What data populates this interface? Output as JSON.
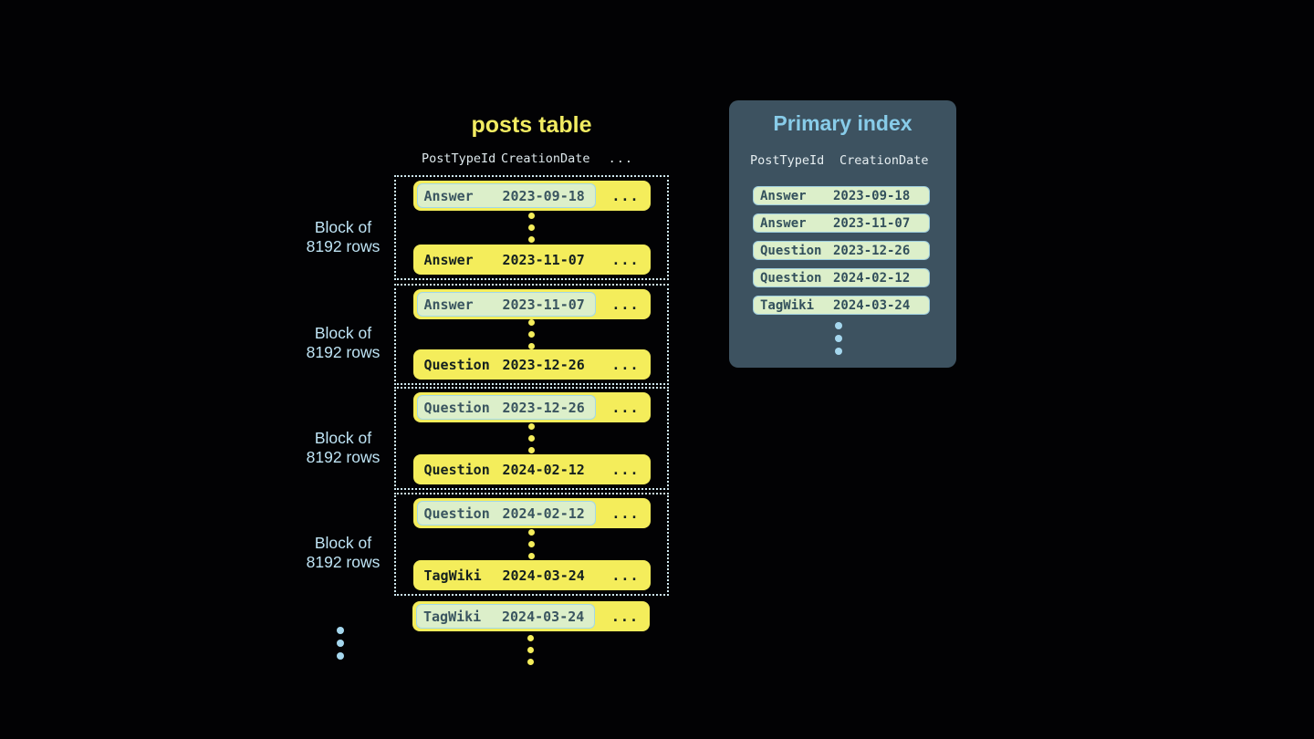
{
  "colors": {
    "background": "#020204",
    "row_yellow": "#f4ed5b",
    "title_yellow": "#f2ec62",
    "highlight_green": "#dcefca",
    "highlight_border": "#a2d8e9",
    "highlight_text": "#3a5560",
    "row_text": "#14201f",
    "panel_background": "#3d5260",
    "panel_title_blue": "#88cce9",
    "block_label_blue": "#bfe4f5",
    "header_text": "#dde8ec",
    "dotted_border": "#cfe8f0",
    "blue_dot": "#a5d7ee"
  },
  "posts_table": {
    "title": "posts table",
    "headers": {
      "post_type_id": "PostTypeId",
      "creation_date": "CreationDate",
      "more": "..."
    },
    "block_label": {
      "line1": "Block of",
      "line2": "8192 rows"
    },
    "blocks": [
      {
        "first_row": {
          "type": "Answer",
          "date": "2023-09-18",
          "more": "...",
          "highlighted": true
        },
        "last_row": {
          "type": "Answer",
          "date": "2023-11-07",
          "more": "...",
          "highlighted": false
        }
      },
      {
        "first_row": {
          "type": "Answer",
          "date": "2023-11-07",
          "more": "...",
          "highlighted": true
        },
        "last_row": {
          "type": "Question",
          "date": "2023-12-26",
          "more": "...",
          "highlighted": false
        }
      },
      {
        "first_row": {
          "type": "Question",
          "date": "2023-12-26",
          "more": "...",
          "highlighted": true
        },
        "last_row": {
          "type": "Question",
          "date": "2024-02-12",
          "more": "...",
          "highlighted": false
        }
      },
      {
        "first_row": {
          "type": "Question",
          "date": "2024-02-12",
          "more": "...",
          "highlighted": true
        },
        "last_row": {
          "type": "TagWiki",
          "date": "2024-03-24",
          "more": "...",
          "highlighted": false
        }
      }
    ],
    "overflow_row": {
      "type": "TagWiki",
      "date": "2024-03-24",
      "more": "...",
      "highlighted": true
    }
  },
  "primary_index": {
    "title": "Primary index",
    "headers": {
      "post_type_id": "PostTypeId",
      "creation_date": "CreationDate"
    },
    "rows": [
      {
        "type": "Answer",
        "date": "2023-09-18"
      },
      {
        "type": "Answer",
        "date": "2023-11-07"
      },
      {
        "type": "Question",
        "date": "2023-12-26"
      },
      {
        "type": "Question",
        "date": "2024-02-12"
      },
      {
        "type": "TagWiki",
        "date": "2024-03-24"
      }
    ]
  }
}
